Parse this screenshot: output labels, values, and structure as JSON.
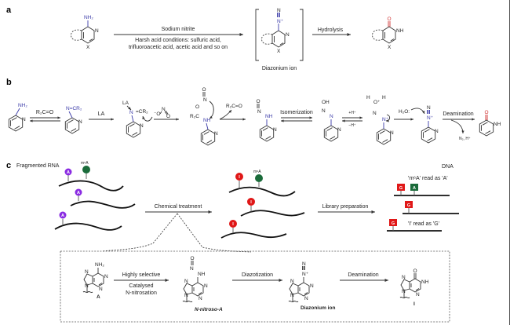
{
  "colors": {
    "blue_atom": "#3a3aa8",
    "red_atom": "#d03030",
    "adenosine_purple": "#8a2be2",
    "m6A_green": "#1a6b3a",
    "inosine_red": "#e01818",
    "dna_G_red": "#e01818",
    "dna_A_green": "#1a6b3a"
  },
  "panel_a": {
    "label": "a",
    "start": {
      "amine": "NH₂",
      "ring_n": "N",
      "ring_x": "X"
    },
    "arrow1": {
      "above": "Sodium nitrite",
      "below_line1": "Harsh acid conditions: sulfuric acid,",
      "below_line2": "trifluoroacetic acid, acetic acid and so on"
    },
    "intermediate": {
      "n_top": "N",
      "n_plus": "N⁺",
      "ring_n": "N",
      "ring_x": "X",
      "caption": "Diazonium ion"
    },
    "arrow2": {
      "above": "Hydrolysis"
    },
    "product": {
      "carbonyl_o": "O",
      "nh": "NH",
      "ring_x": "X"
    }
  },
  "panel_b": {
    "label": "b",
    "s1": {
      "amine": "NH₂",
      "ring_n": "N"
    },
    "eq1": {
      "above": "R₂C=O"
    },
    "s2": {
      "imine": "N=CR₂",
      "ring_n": "N"
    },
    "arrow2": {
      "above": "LA"
    },
    "s3": {
      "la": "LA",
      "n": "N",
      "cr2": "=CR₂",
      "nitrite": "⁻O",
      "nitrite_n": "N",
      "nitrite_o": "O",
      "ring_n": "N"
    },
    "s4": {
      "o_top": "O",
      "n_nitroso": "N",
      "o_ring": "O",
      "r2c": "R₂C",
      "nh": "NH",
      "ring_n": "N"
    },
    "leaving": "R₂C=O",
    "s5": {
      "o": "O",
      "n": "N",
      "nh": "NH",
      "ring_n": "N"
    },
    "eq2": {
      "above": "Isomerization"
    },
    "s6": {
      "oh": "OH",
      "n1": "N",
      "n2": "N",
      "ring_n": "N"
    },
    "eq3": {
      "above": "+H⁺",
      "below": "−H⁺"
    },
    "s7": {
      "h_left": "H",
      "o_plus": "O⁺",
      "h_right": "H",
      "n1": "N",
      "n2": "N⁺",
      "ring_n": "N"
    },
    "water": "H₂O:",
    "s8": {
      "n_top": "N",
      "n_plus": "N⁺",
      "ring_n": "N"
    },
    "arrow_final": {
      "above": "Deamination",
      "byproduct": "N₂, H⁺"
    },
    "s9": {
      "o": "O",
      "nh": "NH"
    }
  },
  "panel_c": {
    "label": "c",
    "rna_title": "Fragmented RNA",
    "m6A_label": "m⁶A",
    "A_symbol": "A",
    "I_symbol": "I",
    "arrow1": {
      "above": "Chemical treatment"
    },
    "treated_m6A_label": "m⁶A",
    "arrow2": {
      "above": "Library preparation"
    },
    "dna_title": "DNA",
    "m6A_read": "'m⁶A' read as 'A'",
    "I_read": "'I' read as 'G'",
    "G_symbol": "G",
    "dna_A_symbol": "A",
    "inset": {
      "a_label": "A",
      "a_nh2": "NH₂",
      "step1_above": "Highly selective",
      "step1_below1": "Catalysed",
      "step1_below2": "N-nitrosation",
      "nitroso_label": "N-nitroso-A",
      "nitroso_o": "O",
      "nitroso_n": "N",
      "nitroso_nh": "NH",
      "step2_above": "Diazotization",
      "diazo_label": "Diazonium ion",
      "diazo_n": "N",
      "diazo_nplus": "N⁺",
      "step3_above": "Deamination",
      "i_label": "I",
      "i_o": "O",
      "i_nh": "NH",
      "ring_n": "N"
    }
  }
}
